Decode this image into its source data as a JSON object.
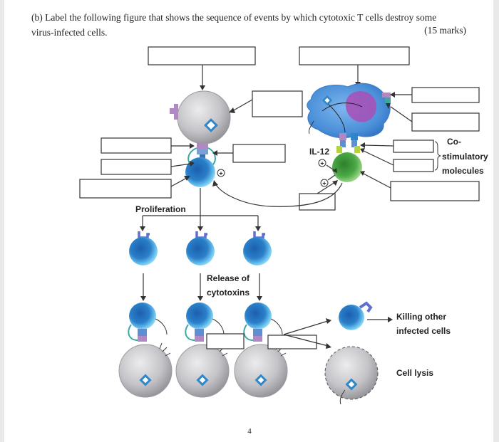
{
  "question": {
    "line1": "(b) Label the following figure that shows the sequence of events by which cytotoxic T cells destroy some",
    "line2": "virus-infected cells.",
    "marks": "(15 marks)"
  },
  "labels": {
    "il12": "IL-12",
    "costim_1": "Co-",
    "costim_2": "stimulatory",
    "costim_3": "molecules",
    "proliferation": "Proliferation",
    "release_1": "Release of",
    "release_2": "cytotoxins",
    "killing_1": "Killing other",
    "killing_2": "infected cells",
    "lysis": "Cell lysis",
    "plus": "+",
    "page_number": "4"
  },
  "colors": {
    "tcell_blue": "#2f86c8",
    "tcell_light": "#8fd3f0",
    "target_gray": "#b9b9bd",
    "apc_blue": "#4a8fd8",
    "apc_purple": "#a84fb6",
    "helper_green": "#3f9d3c",
    "receptor_purple": "#b089c4",
    "connector_teal": "#3aa7a3"
  }
}
